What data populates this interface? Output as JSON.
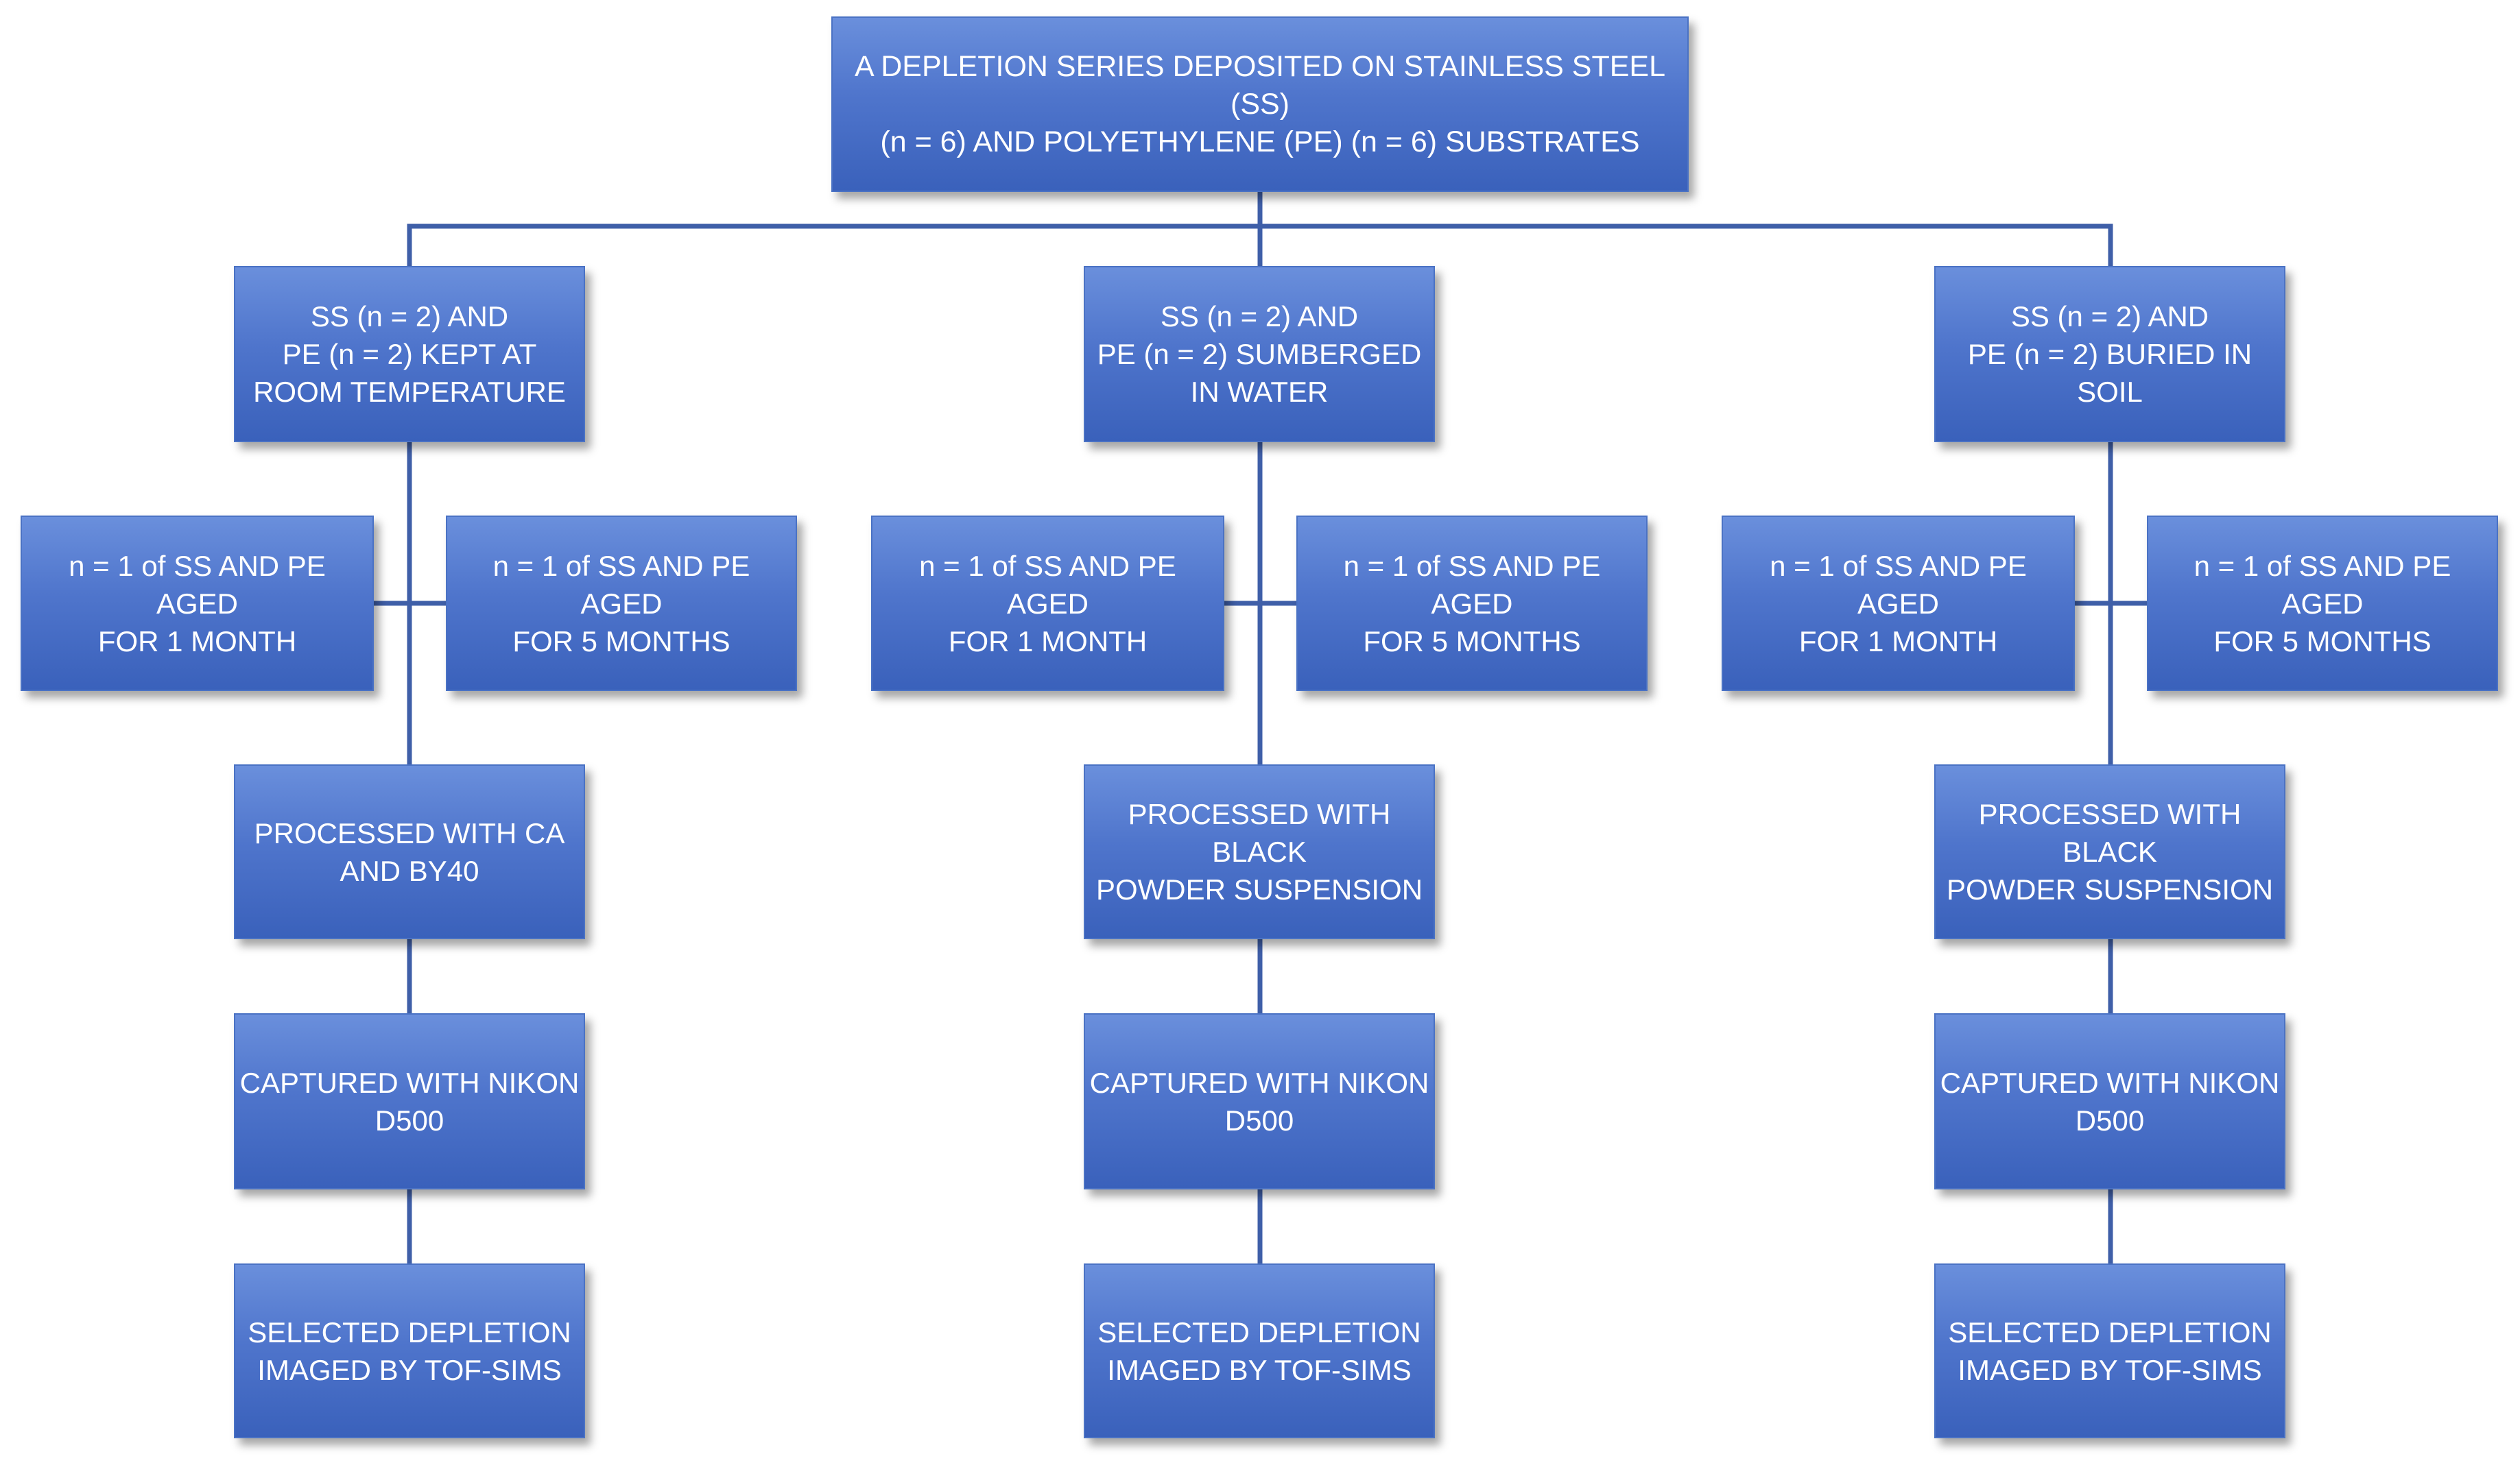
{
  "root": {
    "text": "A DEPLETION SERIES DEPOSITED ON STAINLESS STEEL (SS)\n(n = 6) AND POLYETHYLENE (PE) (n = 6) SUBSTRATES"
  },
  "branches": [
    {
      "condition": "SS (n = 2) AND\nPE (n = 2) KEPT AT\nROOM TEMPERATURE",
      "aged_1": "n = 1 of SS AND PE AGED\nFOR 1 MONTH",
      "aged_5": "n = 1 of SS AND PE AGED\nFOR 5 MONTHS",
      "processed": "PROCESSED WITH CA\nAND BY40",
      "captured": "CAPTURED WITH NIKON\nD500",
      "imaged": "SELECTED DEPLETION\nIMAGED BY TOF-SIMS"
    },
    {
      "condition": "SS (n = 2) AND\nPE (n = 2) SUMBERGED\nIN WATER",
      "aged_1": "n = 1 of SS AND PE AGED\nFOR 1 MONTH",
      "aged_5": "n = 1 of SS AND PE AGED\nFOR 5 MONTHS",
      "processed": "PROCESSED WITH BLACK\nPOWDER SUSPENSION",
      "captured": "CAPTURED WITH NIKON\nD500",
      "imaged": "SELECTED DEPLETION\nIMAGED BY TOF-SIMS"
    },
    {
      "condition": "SS (n = 2) AND\nPE (n = 2) BURIED IN\nSOIL",
      "aged_1": "n = 1 of SS AND PE AGED\nFOR 1 MONTH",
      "aged_5": "n = 1 of SS AND PE AGED\nFOR 5 MONTHS",
      "processed": "PROCESSED WITH BLACK\nPOWDER SUSPENSION",
      "captured": "CAPTURED WITH NIKON\nD500",
      "imaged": "SELECTED DEPLETION\nIMAGED BY TOF-SIMS"
    }
  ]
}
